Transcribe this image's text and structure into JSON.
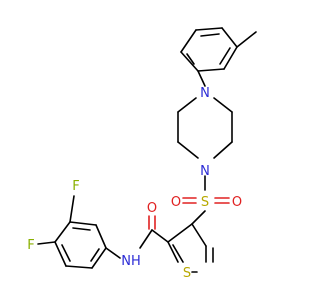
{
  "molecule": {
    "atoms": {
      "fluorine_upper": "F",
      "fluorine_lower": "F",
      "amide_nitrogen": "NH",
      "amide_oxygen": "O",
      "sulfonyl_oxygen_left": "O",
      "sulfonyl_oxygen_right": "O",
      "sulfonyl_sulfur": "S",
      "piperazine_nitrogen_top": "N",
      "piperazine_nitrogen_bottom": "N",
      "thiophene_sulfur": "S"
    },
    "colors": {
      "carbon_bond": "#000000",
      "nitrogen": "#2b2bd6",
      "oxygen": "#e02020",
      "sulfur": "#b8a900",
      "fluorine": "#8ab000"
    }
  }
}
